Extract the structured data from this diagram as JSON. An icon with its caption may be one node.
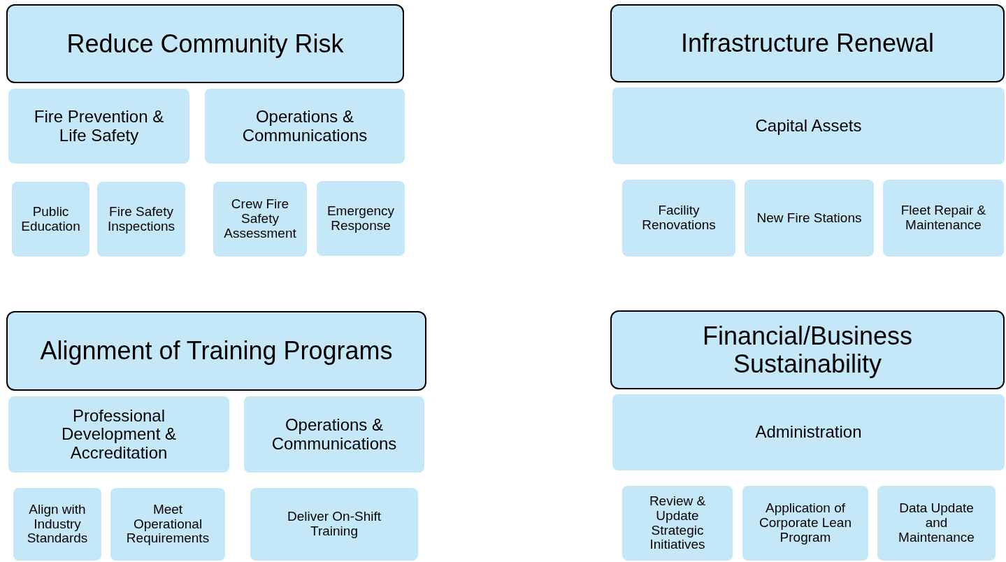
{
  "diagram": {
    "nodes": [
      {
        "text": [
          "Reduce Community Risk"
        ]
      },
      {
        "text": [
          "Fire Prevention & Life Safety"
        ]
      },
      {
        "text": [
          "Operations & Communications"
        ]
      },
      {
        "text": [
          "Public Education"
        ]
      },
      {
        "text": [
          "Fire Safety Inspections"
        ]
      },
      {
        "text": [
          "Crew Fire Safety Assessment"
        ]
      },
      {
        "text": [
          "Emergency Response"
        ]
      },
      {
        "text": [
          "Infrastructure Renewal"
        ]
      },
      {
        "text": [
          "Capital Assets"
        ]
      },
      {
        "text": [
          "Facility Renovations"
        ]
      },
      {
        "text": [
          "New Fire Stations"
        ]
      },
      {
        "text": [
          "Fleet Repair & Maintenance"
        ]
      },
      {
        "text": [
          "Alignment of Training Programs"
        ]
      },
      {
        "text": [
          "Professional Development & Accreditation"
        ]
      },
      {
        "text": [
          "Operations & Communications"
        ]
      },
      {
        "text": [
          "Align with Industry Standards"
        ]
      },
      {
        "text": [
          "Meet Operational Requirements"
        ]
      },
      {
        "text": [
          "Deliver On-Shift Training"
        ]
      },
      {
        "text": [
          "Financial/Business Sustainability"
        ]
      },
      {
        "text": [
          "Administration"
        ]
      },
      {
        "text": [
          "Review & Update Strategic Initiatives"
        ]
      },
      {
        "text": [
          "Application of Corporate Lean Program"
        ]
      },
      {
        "text": [
          "Data Update and Maintenance"
        ]
      }
    ]
  }
}
